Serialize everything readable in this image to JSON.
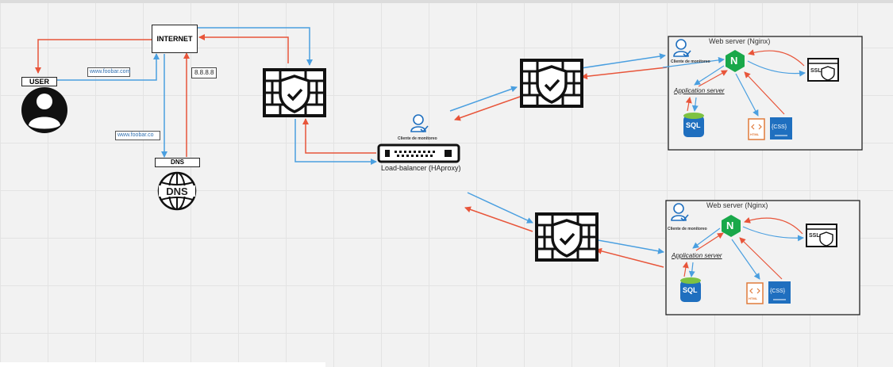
{
  "nodes": {
    "internet": "INTERNET",
    "user": "USER",
    "dns_label": "DNS",
    "dns_globe": "DNS",
    "url_top": "www.foobar.com",
    "url_side": "www.foobar.co",
    "ip": "8.8.8.8",
    "lb_client": "Cliente de monitoreo",
    "lb": "Load-balancer (HAproxy)"
  },
  "servers": [
    {
      "title": "Web server (Nginx)",
      "client": "Cliente de monitoreo",
      "app": "Application server",
      "sql": "SQL",
      "ssl": "SSL",
      "css": "{CSS}",
      "html": "HTML",
      "nginx": "N"
    },
    {
      "title": "Web server (Nginx)",
      "client": "Cliente de monitoreo",
      "app": "Application server",
      "sql": "SQL",
      "ssl": "SSL",
      "css": "{CSS}",
      "html": "HTML",
      "nginx": "N"
    }
  ],
  "colors": {
    "request_arrow": "#4a9fe0",
    "response_arrow": "#e8553a",
    "sql_blue": "#1f6fbf",
    "nginx_green": "#19a84a",
    "css_blue": "#1f6fbf",
    "html_orange": "#e07a3a"
  }
}
